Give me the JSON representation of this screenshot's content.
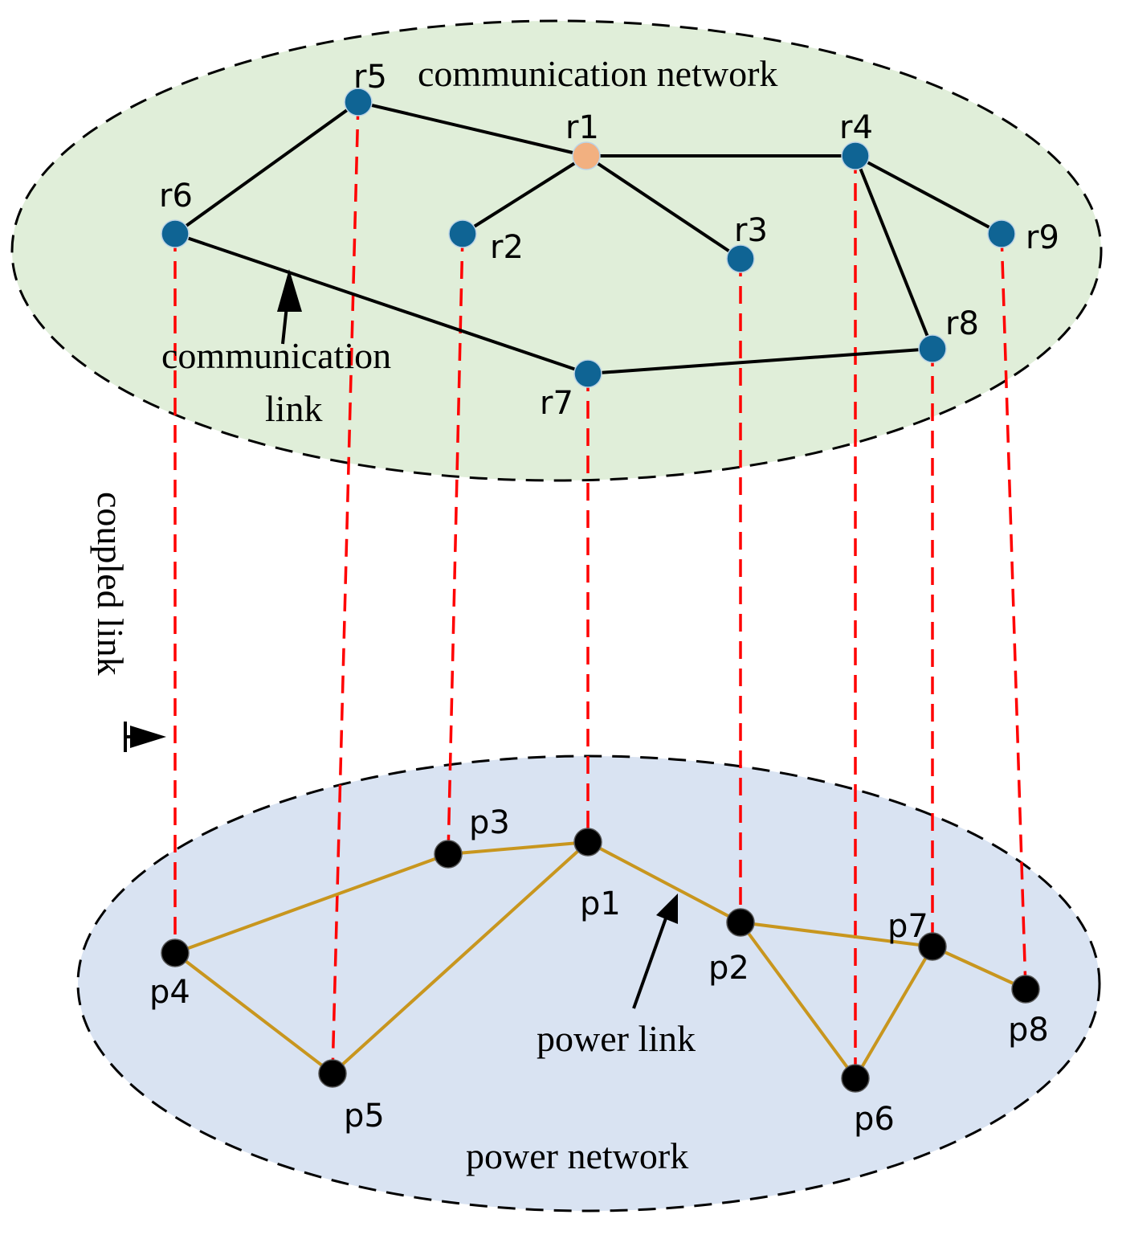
{
  "labels": {
    "communication_network": "communication network",
    "communication_link_line1": "communication",
    "communication_link_line2": "link",
    "coupled_link": "coupled link",
    "power_link": "power link",
    "power_network": "power network"
  },
  "colors": {
    "comm_region_fill": "#e0eed9",
    "power_region_fill": "#d9e3f2",
    "comm_node": "#0f6494",
    "comm_hub_node": "#f2b080",
    "power_node": "#000000",
    "comm_link": "#000000",
    "power_link": "#c8961e",
    "coupled_link": "#ff0000"
  },
  "comm_nodes": [
    {
      "id": "r1",
      "label": "r1",
      "hub": true
    },
    {
      "id": "r2",
      "label": "r2"
    },
    {
      "id": "r3",
      "label": "r3"
    },
    {
      "id": "r4",
      "label": "r4"
    },
    {
      "id": "r5",
      "label": "r5"
    },
    {
      "id": "r6",
      "label": "r6"
    },
    {
      "id": "r7",
      "label": "r7"
    },
    {
      "id": "r8",
      "label": "r8"
    },
    {
      "id": "r9",
      "label": "r9"
    }
  ],
  "power_nodes": [
    {
      "id": "p1",
      "label": "p1"
    },
    {
      "id": "p2",
      "label": "p2"
    },
    {
      "id": "p3",
      "label": "p3"
    },
    {
      "id": "p4",
      "label": "p4"
    },
    {
      "id": "p5",
      "label": "p5"
    },
    {
      "id": "p6",
      "label": "p6"
    },
    {
      "id": "p7",
      "label": "p7"
    },
    {
      "id": "p8",
      "label": "p8"
    }
  ],
  "comm_links": [
    [
      "r5",
      "r1"
    ],
    [
      "r5",
      "r6"
    ],
    [
      "r1",
      "r4"
    ],
    [
      "r1",
      "r2"
    ],
    [
      "r1",
      "r3"
    ],
    [
      "r4",
      "r9"
    ],
    [
      "r4",
      "r8"
    ],
    [
      "r6",
      "r7"
    ],
    [
      "r7",
      "r8"
    ]
  ],
  "power_links": [
    [
      "p4",
      "p3"
    ],
    [
      "p3",
      "p1"
    ],
    [
      "p1",
      "p2"
    ],
    [
      "p4",
      "p5"
    ],
    [
      "p5",
      "p1"
    ],
    [
      "p2",
      "p7"
    ],
    [
      "p2",
      "p6"
    ],
    [
      "p6",
      "p7"
    ],
    [
      "p7",
      "p8"
    ]
  ],
  "coupled_links": [
    [
      "r6",
      "p4"
    ],
    [
      "r5",
      "p5"
    ],
    [
      "r2",
      "p3"
    ],
    [
      "r7",
      "p1"
    ],
    [
      "r3",
      "p2"
    ],
    [
      "r4",
      "p6"
    ],
    [
      "r8",
      "p7"
    ],
    [
      "r9",
      "p8"
    ]
  ]
}
